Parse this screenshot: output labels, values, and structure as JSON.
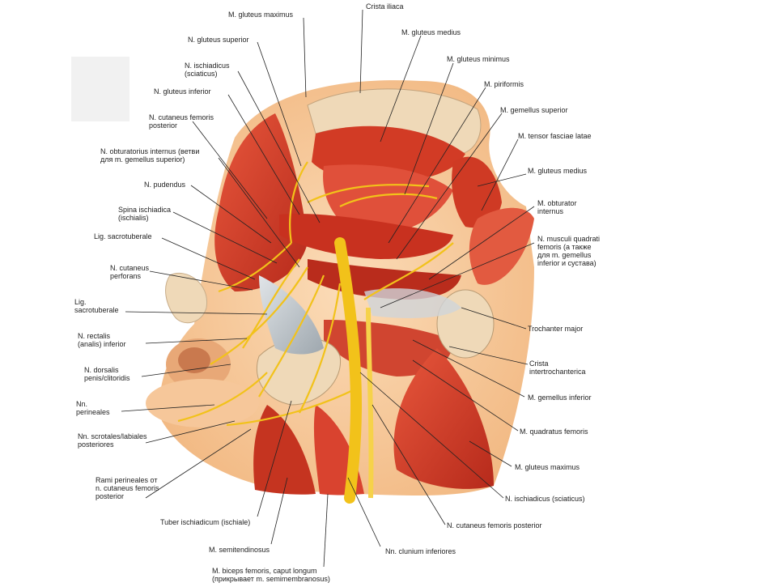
{
  "colors": {
    "muscle": "#d9432f",
    "muscle_dark": "#a82418",
    "muscle_light": "#ee7a5e",
    "nerve": "#f2c21a",
    "ligament": "#bfc6cc",
    "skin": "#f6c79a",
    "bone": "#efd9b8",
    "leader": "#222222"
  },
  "labels": {
    "gluteus_maximus_top": "M. gluteus maximus",
    "crista_iliaca": "Crista iliaca",
    "gluteus_superior": "N. gluteus superior",
    "gluteus_medius_top": "M. gluteus medius",
    "ischiadicus_top": "N. ischiadicus\n(sciaticus)",
    "gluteus_minimus": "M. gluteus minimus",
    "piriformis": "M. piriformis",
    "gluteus_inferior": "N. gluteus inferior",
    "gemellus_superior": "M. gemellus superior",
    "cutaneus_femoris_post_left": "N. cutaneus femoris\nposterior",
    "tensor_fasciae_latae": "M. tensor fasciae latae",
    "obturatorius_internus_nerve": "N. obturatorius internus (ветви\nдля m. gemellus superior)",
    "gluteus_medius_right": "M. gluteus medius",
    "pudendus": "N. pudendus",
    "obturator_internus": "M. obturator\ninternus",
    "spina_ischiadica": "Spina ischiadica\n(ischialis)",
    "musculi_quadrati": "N. musculi quadrati\nfemoris (а также\nдля m. gemellus\ninferior и сустава)",
    "lig_sacrotuberale_1": "Lig. sacrotuberale",
    "cutaneus_perforans": "N. cutaneus\nperforans",
    "lig_sacrotuberale_2": "Lig.\nsacrotuberale",
    "trochanter_major": "Trochanter major",
    "rectalis": "N. rectalis\n(analis) inferior",
    "crista_intertrochanterica": "Crista\nintertrochanterica",
    "dorsalis": "N. dorsalis\npenis/clitoridis",
    "gemellus_inferior": "M. gemellus inferior",
    "perineales": "Nn.\nperineales",
    "quadratus_femoris": "M. quadratus femoris",
    "scrotales": "Nn. scrotales/labiales\nposteriores",
    "gluteus_maximus_right": "M. gluteus maximus",
    "rami_perineales": "Rami perineales от\nn. cutaneus femoris\nposterior",
    "ischiadicus_right": "N. ischiadicus (sciaticus)",
    "tuber_ischiadicum": "Tuber ischiadicum (ischiale)",
    "cutaneus_femoris_post_bottom": "N. cutaneus femoris posterior",
    "semitendinosus": "M. semitendinosus",
    "clunium": "Nn. clunium inferiores",
    "biceps": "M. biceps femoris, caput longum\n(прикрывает m. semimembranosus)"
  }
}
